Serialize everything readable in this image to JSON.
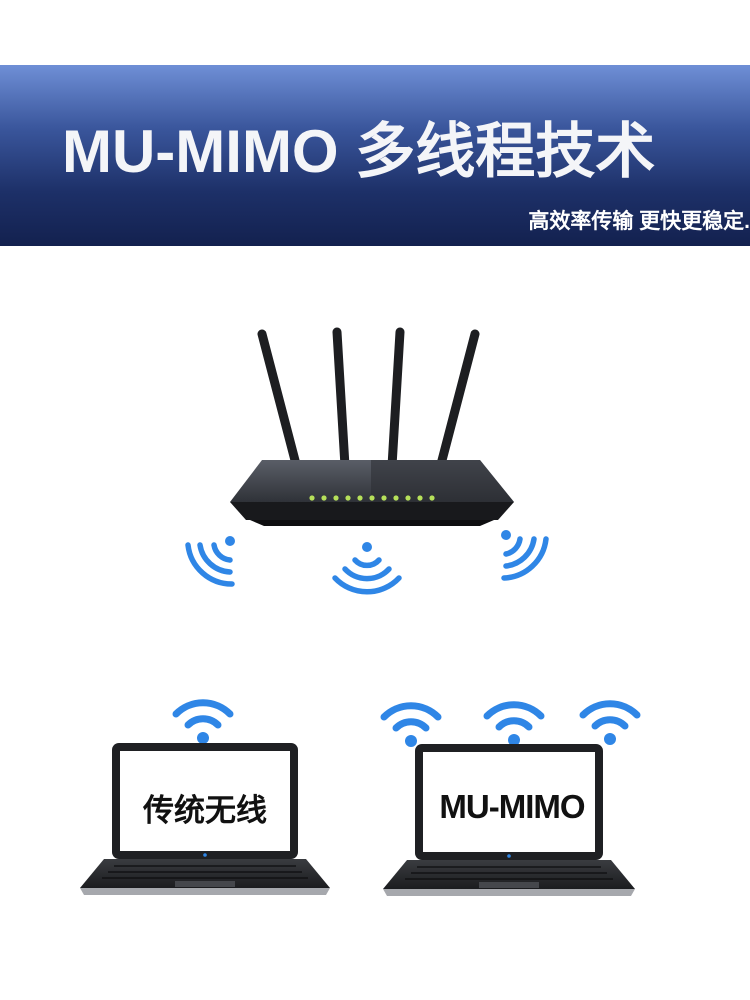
{
  "banner": {
    "title": "MU-MIMO 多线程技术",
    "subtitle": "高效率传输 更快更稳定."
  },
  "laptops": [
    {
      "screen_text": "传统无线",
      "wifi_icons": 1
    },
    {
      "screen_text": "MU-MIMO",
      "wifi_icons": 3
    }
  ],
  "colors": {
    "banner_top": "#6f8fd6",
    "banner_bottom": "#13214f",
    "wifi_blue": "#2f86e6",
    "router_body": "#3b3e45",
    "router_led": "#b6e05a"
  }
}
